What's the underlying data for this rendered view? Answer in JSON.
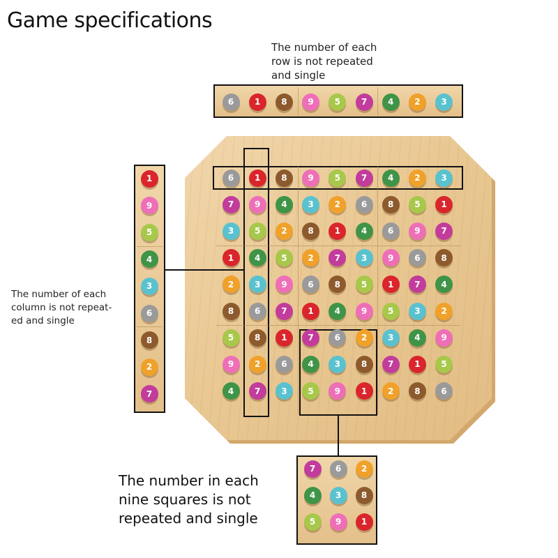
{
  "title": "Game specifications",
  "labels": {
    "row_rule": "The number of each\nrow is not repeated\nand single",
    "column_rule": "The number of each\ncolumn is not repeat-\ned and single",
    "box_rule": "The number in each\nnine squares is not\nrepeated and single"
  },
  "colors": {
    "1": "#d9252b",
    "2": "#f0a12a",
    "3": "#5ac2cf",
    "4": "#3f9447",
    "5": "#a7c84a",
    "6": "#9a9a9a",
    "7": "#c23c9b",
    "8": "#8d5a2d",
    "9": "#ee6fb7"
  },
  "grid": [
    [
      6,
      1,
      8,
      9,
      5,
      7,
      4,
      2,
      3
    ],
    [
      7,
      9,
      4,
      3,
      2,
      6,
      8,
      5,
      1
    ],
    [
      3,
      5,
      2,
      8,
      1,
      4,
      6,
      9,
      7
    ],
    [
      1,
      4,
      5,
      2,
      7,
      3,
      9,
      6,
      8
    ],
    [
      2,
      3,
      9,
      6,
      8,
      5,
      1,
      7,
      4
    ],
    [
      8,
      6,
      7,
      1,
      4,
      9,
      5,
      3,
      2
    ],
    [
      5,
      8,
      1,
      7,
      6,
      2,
      3,
      4,
      9
    ],
    [
      9,
      2,
      6,
      4,
      3,
      8,
      7,
      1,
      5
    ],
    [
      4,
      7,
      3,
      5,
      9,
      1,
      2,
      8,
      6
    ]
  ],
  "row_strip": [
    6,
    1,
    8,
    9,
    5,
    7,
    4,
    2,
    3
  ],
  "column_strip": [
    1,
    9,
    5,
    4,
    3,
    6,
    8,
    2,
    7
  ],
  "box_strip": [
    [
      7,
      6,
      2
    ],
    [
      4,
      3,
      8
    ],
    [
      5,
      9,
      1
    ]
  ]
}
